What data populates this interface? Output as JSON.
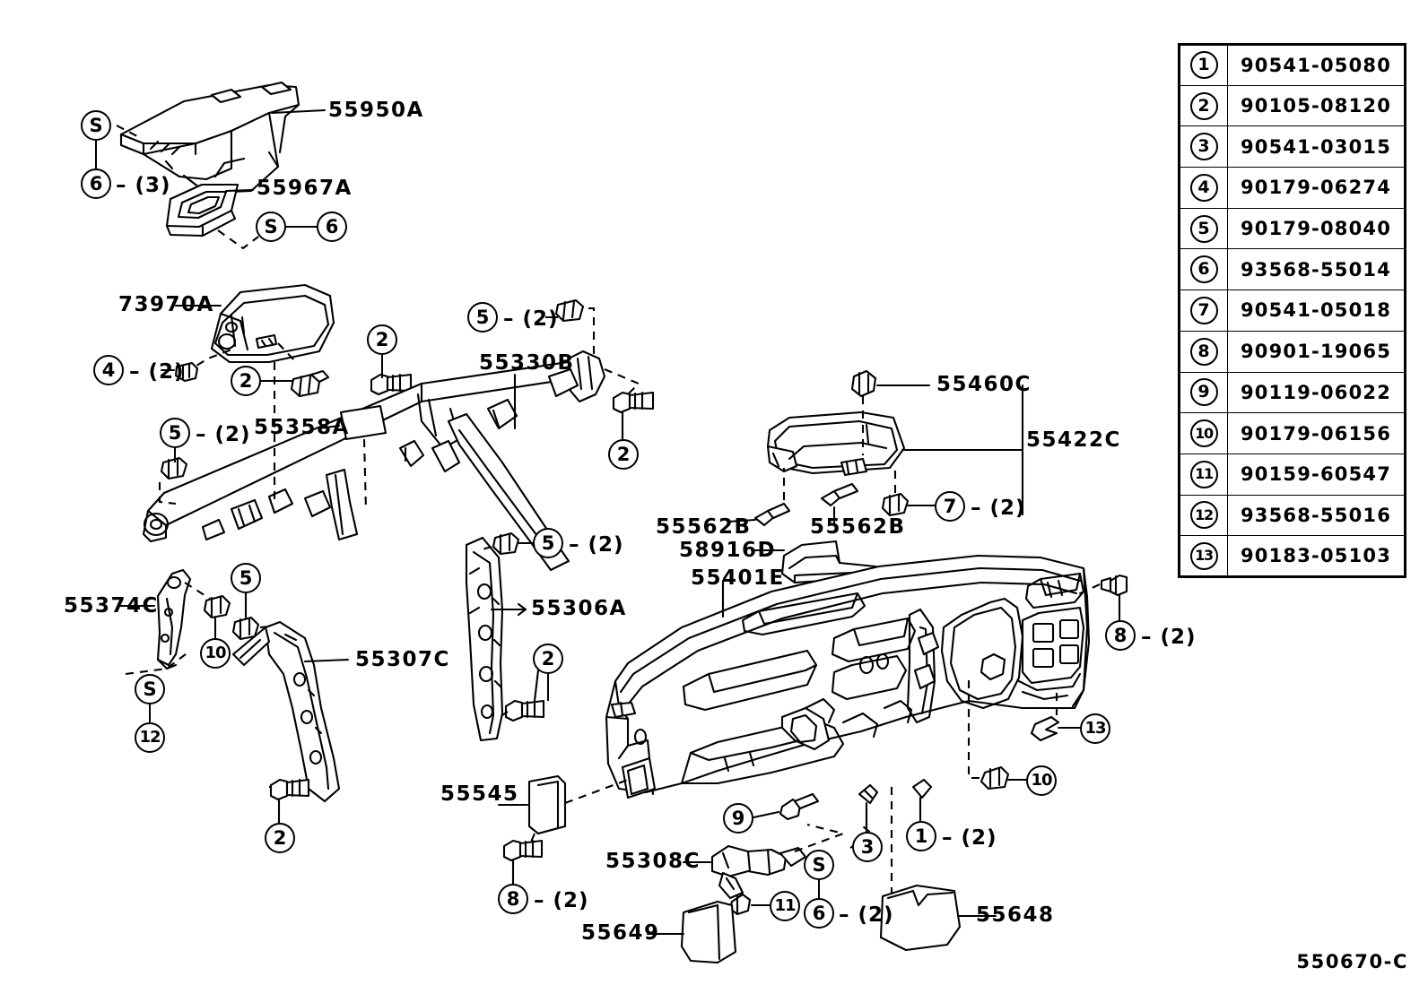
{
  "figure": {
    "id": "550670-C",
    "title": "Instrument Panel & Glove Compartment exploded parts diagram"
  },
  "legend_table": {
    "rows": [
      {
        "ref": "1",
        "part_number": "90541-05080"
      },
      {
        "ref": "2",
        "part_number": "90105-08120"
      },
      {
        "ref": "3",
        "part_number": "90541-03015"
      },
      {
        "ref": "4",
        "part_number": "90179-06274"
      },
      {
        "ref": "5",
        "part_number": "90179-08040"
      },
      {
        "ref": "6",
        "part_number": "93568-55014"
      },
      {
        "ref": "7",
        "part_number": "90541-05018"
      },
      {
        "ref": "8",
        "part_number": "90901-19065"
      },
      {
        "ref": "9",
        "part_number": "90119-06022"
      },
      {
        "ref": "10",
        "part_number": "90179-06156"
      },
      {
        "ref": "11",
        "part_number": "90159-60547"
      },
      {
        "ref": "12",
        "part_number": "93568-55016"
      },
      {
        "ref": "13",
        "part_number": "90183-05103"
      }
    ]
  },
  "part_labels": [
    {
      "id": "p55950a",
      "text": "55950A"
    },
    {
      "id": "p55967a",
      "text": "55967A"
    },
    {
      "id": "p73970a",
      "text": "73970A"
    },
    {
      "id": "p55358a",
      "text": "55358A"
    },
    {
      "id": "p55330b",
      "text": "55330B"
    },
    {
      "id": "p55374c",
      "text": "55374C"
    },
    {
      "id": "p55307c",
      "text": "55307C"
    },
    {
      "id": "p55306a",
      "text": "55306A"
    },
    {
      "id": "p55460c",
      "text": "55460C"
    },
    {
      "id": "p55422c",
      "text": "55422C"
    },
    {
      "id": "p55562b_left",
      "text": "55562B"
    },
    {
      "id": "p55562b_right",
      "text": "55562B"
    },
    {
      "id": "p58916d",
      "text": "58916D"
    },
    {
      "id": "p55401e",
      "text": "55401E"
    },
    {
      "id": "p55545",
      "text": "55545"
    },
    {
      "id": "p55308c",
      "text": "55308C"
    },
    {
      "id": "p55649",
      "text": "55649"
    },
    {
      "id": "p55648",
      "text": "55648"
    }
  ],
  "callouts": [
    {
      "id": "c_s_1",
      "text": "S"
    },
    {
      "id": "c_6_3",
      "text": "6",
      "qty": "(3)"
    },
    {
      "id": "c_s_2",
      "text": "S"
    },
    {
      "id": "c_6_b",
      "text": "6"
    },
    {
      "id": "c_4_2",
      "text": "4",
      "qty": "(2)"
    },
    {
      "id": "c_2_a",
      "text": "2"
    },
    {
      "id": "c_2_b",
      "text": "2"
    },
    {
      "id": "c_5_2a",
      "text": "5",
      "qty": "(2)"
    },
    {
      "id": "c_5_2b",
      "text": "5",
      "qty": "(2)"
    },
    {
      "id": "c_2_c",
      "text": "2"
    },
    {
      "id": "c_5_2c",
      "text": "5",
      "qty": "(2)"
    },
    {
      "id": "c_5_d",
      "text": "5"
    },
    {
      "id": "c_10_a",
      "text": "10"
    },
    {
      "id": "c_s_3",
      "text": "S"
    },
    {
      "id": "c_12",
      "text": "12"
    },
    {
      "id": "c_2_d",
      "text": "2"
    },
    {
      "id": "c_2_e",
      "text": "2"
    },
    {
      "id": "c_7_2",
      "text": "7",
      "qty": "(2)"
    },
    {
      "id": "c_8_2a",
      "text": "8",
      "qty": "(2)"
    },
    {
      "id": "c_13",
      "text": "13"
    },
    {
      "id": "c_10_b",
      "text": "10"
    },
    {
      "id": "c_8_2b",
      "text": "8",
      "qty": "(2)"
    },
    {
      "id": "c_9",
      "text": "9"
    },
    {
      "id": "c_11",
      "text": "11"
    },
    {
      "id": "c_s_4",
      "text": "S"
    },
    {
      "id": "c_6_2",
      "text": "6",
      "qty": "(2)"
    },
    {
      "id": "c_3",
      "text": "3"
    },
    {
      "id": "c_1_2",
      "text": "1",
      "qty": "(2)"
    }
  ],
  "qty_dash": "–"
}
